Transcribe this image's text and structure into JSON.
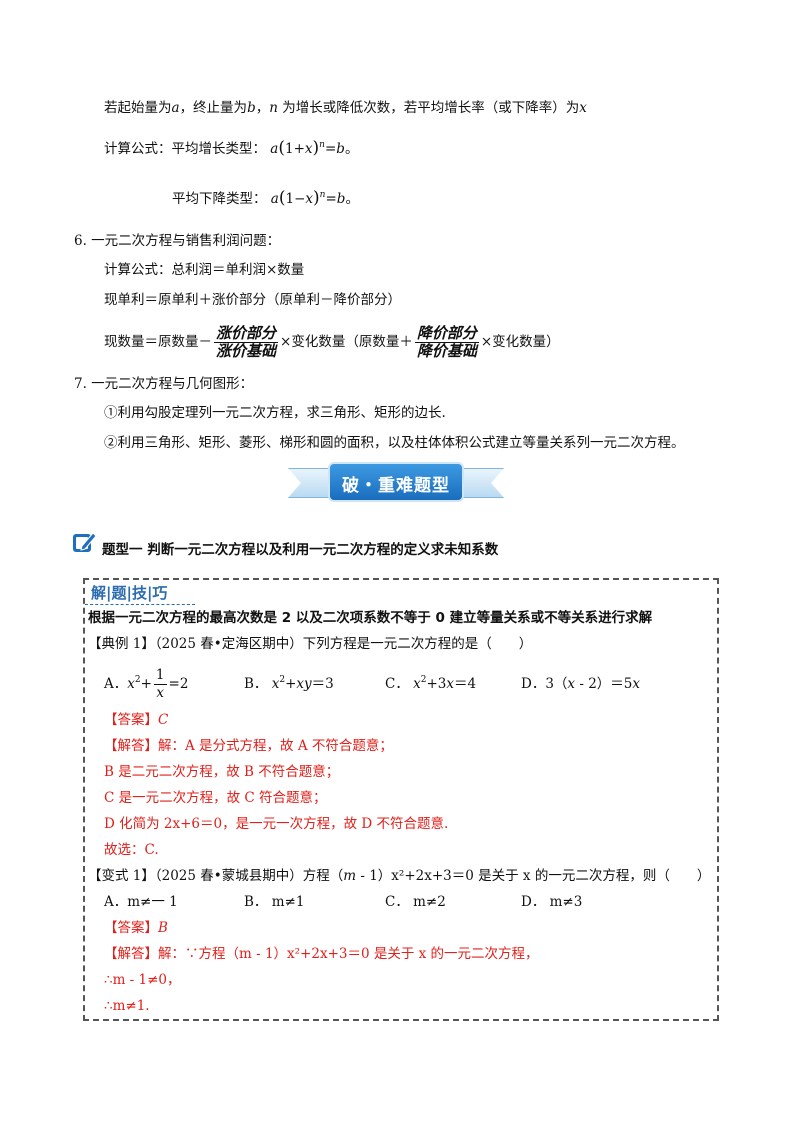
{
  "sec5": {
    "intro": [
      "若起始量为",
      "a",
      "，终止量为",
      "b",
      "，",
      "n",
      " 为增长或降低次数，若平均增长率（或下降率）为",
      "x"
    ],
    "formula_label": "计算公式：",
    "increase_label": "平均增长类型：",
    "increase_formula": [
      "a",
      "1",
      "+",
      "x",
      "n",
      "=",
      "b",
      "。"
    ],
    "decrease_label": "平均下降类型：",
    "decrease_formula": [
      "a",
      "1",
      "−",
      "x",
      "n",
      "=",
      "b",
      "。"
    ]
  },
  "sec6": {
    "title": "6. 一元二次方程与销售利润问题：",
    "line1": "计算公式：总利润＝单利润×数量",
    "line2": "现单利＝原单利＋涨价部分（原单利－降价部分）",
    "line3_a": "现数量＝原数量－",
    "frac1_num": "涨价部分",
    "frac1_den": "涨价基础",
    "line3_b": "×变化数量（原数量＋",
    "frac2_num": "降价部分",
    "frac2_den": "降价基础",
    "line3_c": "×变化数量）"
  },
  "sec7": {
    "title": "7. 一元二次方程与几何图形：",
    "item1": "①利用勾股定理列一元二次方程，求三角形、矩形的边长.",
    "item2": "②利用三角形、矩形、菱形、梯形和圆的面积，以及柱体体积公式建立等量关系列一元二次方程。"
  },
  "banner": {
    "text": "破・重难题型"
  },
  "type1": {
    "title": "题型一  判断一元二次方程以及利用一元二次方程的定义求未知系数",
    "tips_head": "解|题|技|巧",
    "tips_text": "根据一元二次方程的最高次数是 2 以及二次项系数不等于 0 建立等量关系或不等关系进行求解",
    "ex1": {
      "stem": "【典例 1】（2025 春•定海区期中）下列方程是一元二次方程的是（　　）",
      "optA_label": "A．",
      "optA_frac_num": "1",
      "optA_frac_den": "x",
      "optA_tail": "=2",
      "optB": "B． x²+xy＝3",
      "optC": "C． x²+3x＝4",
      "optD": "D．3（x - 2）＝5x",
      "answer_tag": "【答案】",
      "answer": "C",
      "sol_tag": "【解答】",
      "sol": [
        "解：A 是分式方程，故 A 不符合题意；",
        "B 是二元二次方程，故 B 不符合题意；",
        "C 是一元二次方程，故 C 符合题意；",
        "D 化简为 2x+6＝0，是一元一次方程，故 D 不符合题意.",
        "故选：C."
      ]
    },
    "var1": {
      "stem_a": "【变式 1】（2025 春•蒙城县期中）方程（",
      "stem_m": "m",
      "stem_b": " - 1）",
      "stem_c": "x²+2x+3＝0 是关于 x 的一元二次方程，则（　　）",
      "optA": "A．m≠一 1",
      "optB": "B． m≠1",
      "optC": "C． m≠2",
      "optD": "D． m≠3",
      "answer_tag": "【答案】",
      "answer": "B",
      "sol_tag": "【解答】",
      "sol1": "解：∵方程（m - 1）x²+2x+3＝0 是关于 x 的一元二次方程，",
      "sol2": "∴m - 1≠0，",
      "sol3": "∴m≠1."
    }
  }
}
